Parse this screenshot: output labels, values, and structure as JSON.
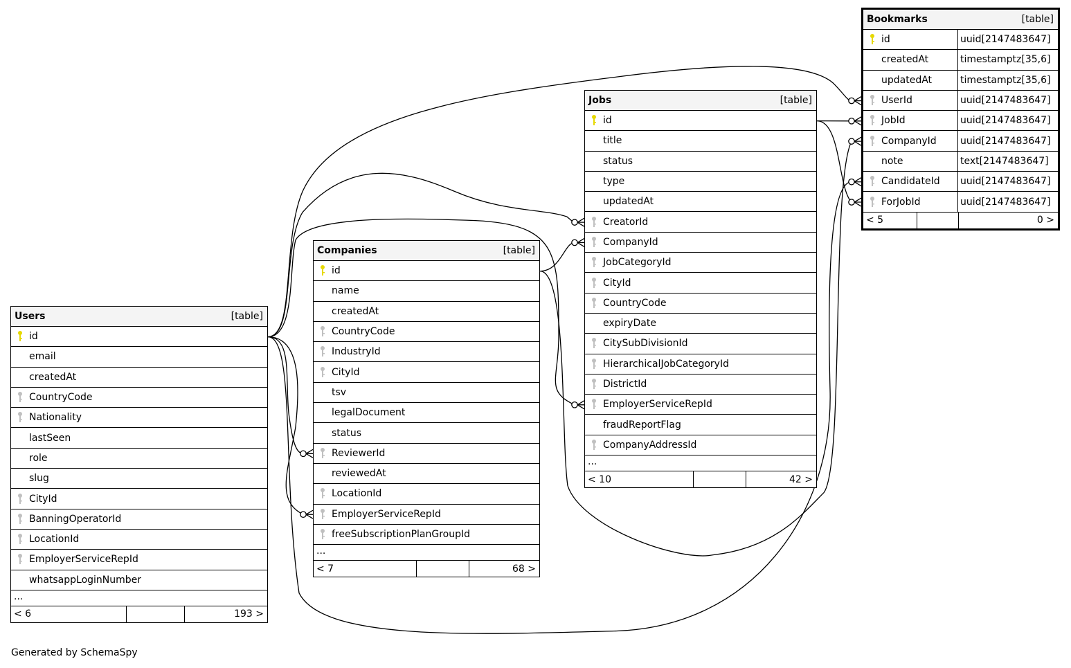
{
  "diagram": {
    "footer": "Generated by SchemaSpy",
    "colors": {
      "primary_key": "#e6d800",
      "foreign_key": "#c0c0c0",
      "header_bg": "#f4f4f4",
      "line": "#000000"
    },
    "tables": {
      "users": {
        "name": "Users",
        "kind": "[table]",
        "columns": [
          {
            "name": "id",
            "key": "primary"
          },
          {
            "name": "email",
            "key": "none"
          },
          {
            "name": "createdAt",
            "key": "none"
          },
          {
            "name": "CountryCode",
            "key": "foreign"
          },
          {
            "name": "Nationality",
            "key": "foreign"
          },
          {
            "name": "lastSeen",
            "key": "none"
          },
          {
            "name": "role",
            "key": "none"
          },
          {
            "name": "slug",
            "key": "none"
          },
          {
            "name": "CityId",
            "key": "foreign"
          },
          {
            "name": "BanningOperatorId",
            "key": "foreign"
          },
          {
            "name": "LocationId",
            "key": "foreign"
          },
          {
            "name": "EmployerServiceRepId",
            "key": "foreign"
          },
          {
            "name": "whatsappLoginNumber",
            "key": "none"
          }
        ],
        "more": "...",
        "parents": "< 6",
        "children": "193 >"
      },
      "companies": {
        "name": "Companies",
        "kind": "[table]",
        "columns": [
          {
            "name": "id",
            "key": "primary"
          },
          {
            "name": "name",
            "key": "none"
          },
          {
            "name": "createdAt",
            "key": "none"
          },
          {
            "name": "CountryCode",
            "key": "foreign"
          },
          {
            "name": "IndustryId",
            "key": "foreign"
          },
          {
            "name": "CityId",
            "key": "foreign"
          },
          {
            "name": "tsv",
            "key": "none"
          },
          {
            "name": "legalDocument",
            "key": "none"
          },
          {
            "name": "status",
            "key": "none"
          },
          {
            "name": "ReviewerId",
            "key": "foreign"
          },
          {
            "name": "reviewedAt",
            "key": "none"
          },
          {
            "name": "LocationId",
            "key": "foreign"
          },
          {
            "name": "EmployerServiceRepId",
            "key": "foreign"
          },
          {
            "name": "freeSubscriptionPlanGroupId",
            "key": "foreign"
          }
        ],
        "more": "...",
        "parents": "< 7",
        "children": "68 >"
      },
      "jobs": {
        "name": "Jobs",
        "kind": "[table]",
        "columns": [
          {
            "name": "id",
            "key": "primary"
          },
          {
            "name": "title",
            "key": "none"
          },
          {
            "name": "status",
            "key": "none"
          },
          {
            "name": "type",
            "key": "none"
          },
          {
            "name": "updatedAt",
            "key": "none"
          },
          {
            "name": "CreatorId",
            "key": "foreign"
          },
          {
            "name": "CompanyId",
            "key": "foreign"
          },
          {
            "name": "JobCategoryId",
            "key": "foreign"
          },
          {
            "name": "CityId",
            "key": "foreign"
          },
          {
            "name": "CountryCode",
            "key": "foreign"
          },
          {
            "name": "expiryDate",
            "key": "none"
          },
          {
            "name": "CitySubDivisionId",
            "key": "foreign"
          },
          {
            "name": "HierarchicalJobCategoryId",
            "key": "foreign"
          },
          {
            "name": "DistrictId",
            "key": "foreign"
          },
          {
            "name": "EmployerServiceRepId",
            "key": "foreign"
          },
          {
            "name": "fraudReportFlag",
            "key": "none"
          },
          {
            "name": "CompanyAddressId",
            "key": "foreign"
          }
        ],
        "more": "...",
        "parents": "< 10",
        "children": "42 >"
      },
      "bookmarks": {
        "name": "Bookmarks",
        "kind": "[table]",
        "columns": [
          {
            "name": "id",
            "type": "uuid[2147483647]",
            "key": "primary"
          },
          {
            "name": "createdAt",
            "type": "timestamptz[35,6]",
            "key": "none"
          },
          {
            "name": "updatedAt",
            "type": "timestamptz[35,6]",
            "key": "none"
          },
          {
            "name": "UserId",
            "type": "uuid[2147483647]",
            "key": "foreign"
          },
          {
            "name": "JobId",
            "type": "uuid[2147483647]",
            "key": "foreign"
          },
          {
            "name": "CompanyId",
            "type": "uuid[2147483647]",
            "key": "foreign"
          },
          {
            "name": "note",
            "type": "text[2147483647]",
            "key": "none"
          },
          {
            "name": "CandidateId",
            "type": "uuid[2147483647]",
            "key": "foreign"
          },
          {
            "name": "ForJobId",
            "type": "uuid[2147483647]",
            "key": "foreign"
          }
        ],
        "parents": "< 5",
        "children": "0 >"
      }
    },
    "relationships": [
      {
        "from": "users.id",
        "to": "bookmarks.UserId",
        "cardinality": "zero-or-many"
      },
      {
        "from": "users.id",
        "to": "bookmarks.CandidateId",
        "cardinality": "zero-or-many"
      },
      {
        "from": "users.id",
        "to": "jobs.CreatorId",
        "cardinality": "zero-or-many"
      },
      {
        "from": "users.id",
        "to": "jobs.EmployerServiceRepId",
        "cardinality": "zero-or-many"
      },
      {
        "from": "users.id",
        "to": "companies.ReviewerId",
        "cardinality": "zero-or-many"
      },
      {
        "from": "users.id",
        "to": "companies.EmployerServiceRepId",
        "cardinality": "zero-or-many"
      },
      {
        "from": "companies.id",
        "to": "jobs.CompanyId",
        "cardinality": "zero-or-many"
      },
      {
        "from": "companies.id",
        "to": "bookmarks.CompanyId",
        "cardinality": "zero-or-many"
      },
      {
        "from": "jobs.id",
        "to": "bookmarks.JobId",
        "cardinality": "zero-or-many"
      },
      {
        "from": "jobs.id",
        "to": "bookmarks.ForJobId",
        "cardinality": "zero-or-many"
      }
    ]
  }
}
